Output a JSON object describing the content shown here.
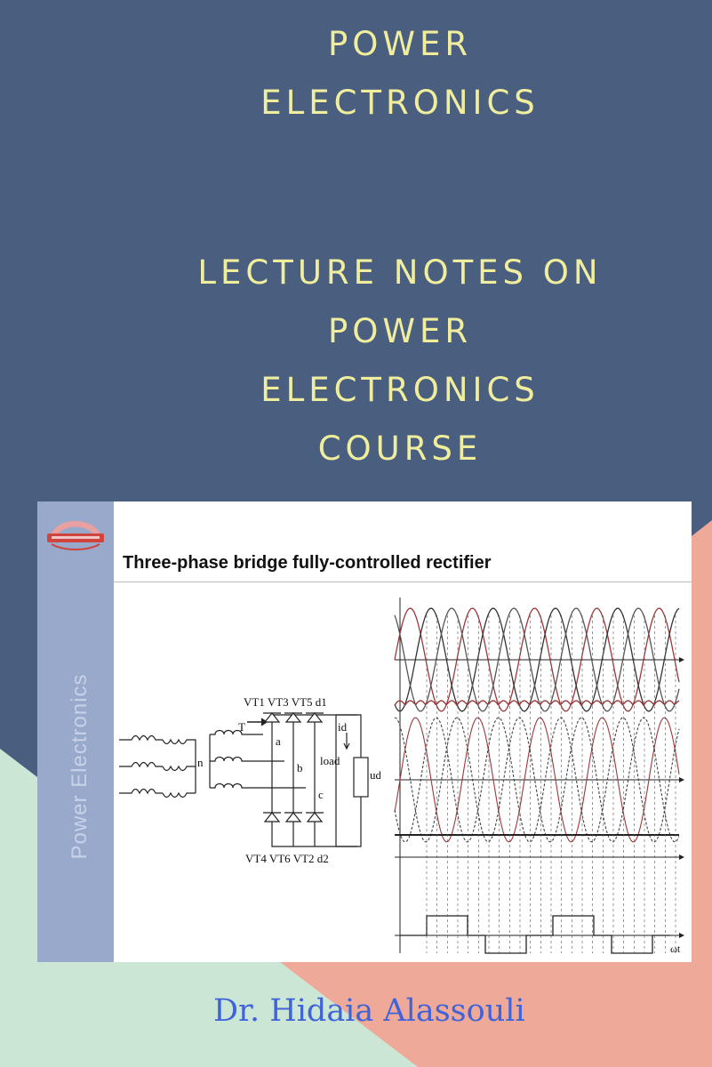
{
  "cover": {
    "title_lines": [
      "POWER",
      "ELECTRONICS"
    ],
    "subtitle_lines": [
      "LECTURE NOTES ON",
      "POWER",
      "ELECTRONICS",
      "COURSE"
    ],
    "author": "Dr. Hidaia Alassouli",
    "colors": {
      "background": "#4a5f80",
      "title_text": "#f0ee9c",
      "author_text": "#3f63d9",
      "mint_shape": "#cce6d6",
      "salmon_shape": "#eea998"
    }
  },
  "slide": {
    "side_text": "Power Electronics",
    "heading": "Three-phase bridge fully-controlled rectifier",
    "circuit_labels": {
      "top_devices": "VT1 VT3 VT5 d1",
      "bottom_devices": "VT4 VT6 VT2 d2",
      "transformer": "T",
      "neutral": "n",
      "node_a": "a",
      "node_b": "b",
      "node_c": "c",
      "load": "load",
      "current": "id",
      "voltage": "ud"
    },
    "wave_labels": {
      "axis_end": "ωt"
    }
  }
}
